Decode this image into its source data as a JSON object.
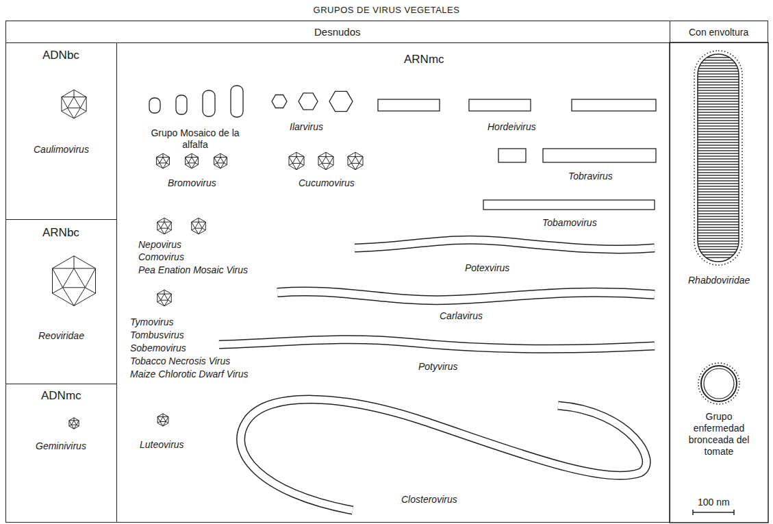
{
  "diagram": {
    "title": "GRUPOS DE VIRUS VEGETALES",
    "nodes": [
      {
        "text": [
          "Desnudos"
        ]
      },
      {
        "text": [
          "Con envoltura"
        ]
      },
      {
        "text": [
          "ADNbc",
          "Caulimovirus"
        ]
      },
      {
        "text": [
          "ARNmc"
        ]
      },
      {
        "text": [
          "ARNbc",
          "Reoviridae"
        ]
      },
      {
        "text": [
          "ADNmc",
          "Geminivirus"
        ]
      }
    ],
    "labels": [
      "Grupo Mosaico de la alfalfa",
      "Ilarvirus",
      "Hordeivirus",
      "Bromovirus",
      "Cucumovirus",
      "Tobravirus",
      "Tobamovirus",
      "Nepovirus",
      "Comovirus",
      "Pea Enation Mosaic Virus",
      "Potexvirus",
      "Tymovirus",
      "Tombusvirus",
      "Sobemovirus",
      "Tobacco Necrosis Virus",
      "Maize Chlorotic Dwarf Virus",
      "Carlavirus",
      "Potyvirus",
      "Luteovirus",
      "Closterovirus",
      "Rhabdoviridae",
      "Grupo enfermedad bronceada del tomate",
      "100 nm"
    ]
  }
}
